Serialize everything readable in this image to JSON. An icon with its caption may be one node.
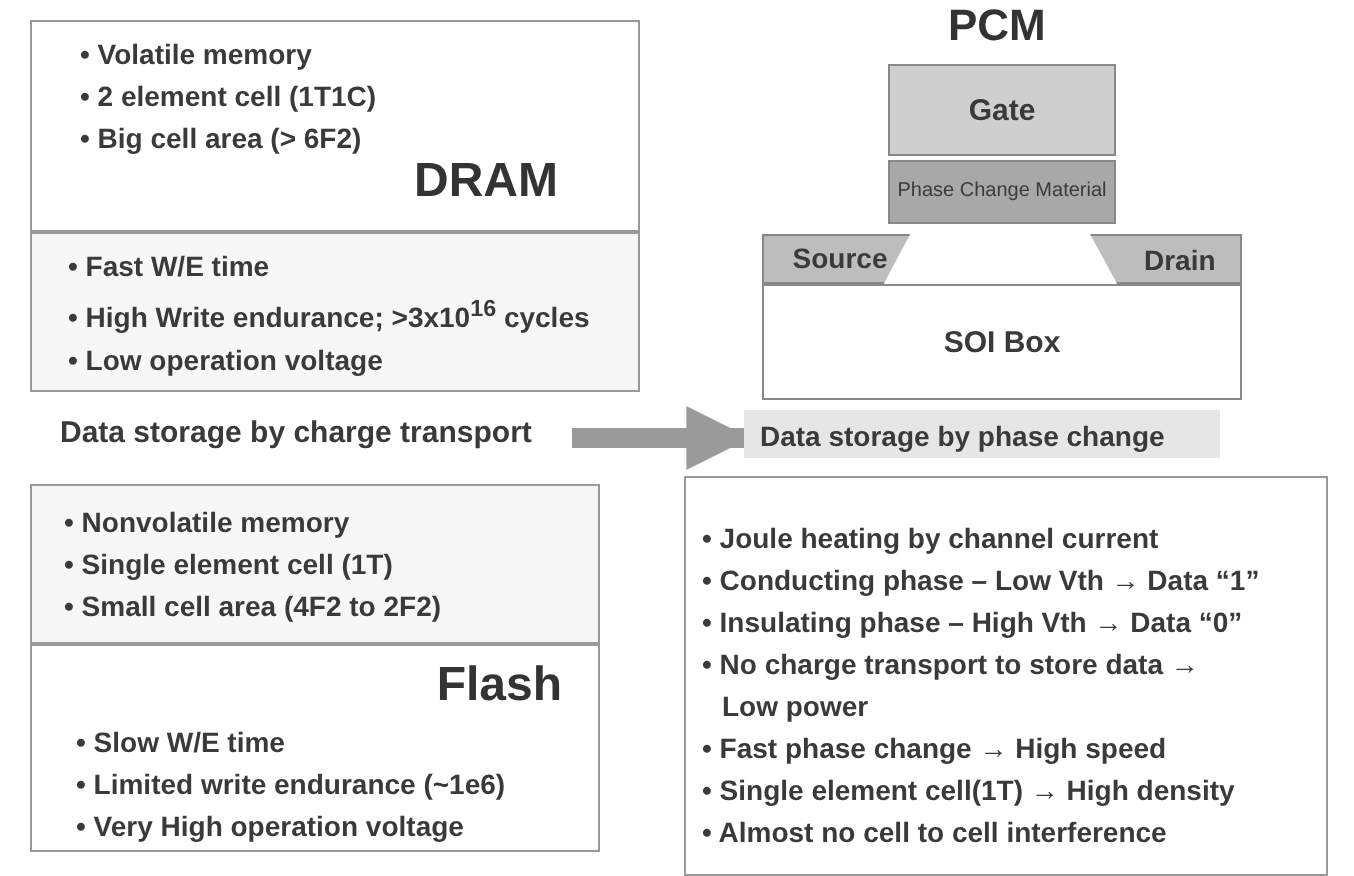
{
  "diagram": {
    "nodes": [
      {
        "text": [
          "• Volatile memory",
          "• 2 element cell (1T1C)",
          "• Big cell area (> 6F2)",
          "DRAM"
        ]
      },
      {
        "text": [
          "• Fast W/E time",
          "• High Write endurance; >3x10$^{16}$ cycles",
          "• Low operation voltage"
        ]
      },
      {
        "text": [
          "Data storage by charge transport"
        ]
      },
      {
        "text": [
          "• Nonvolatile memory",
          "• Single element cell (1T)",
          "• Small cell area (4F2 to 2F2)"
        ]
      },
      {
        "text": [
          "Flash",
          "• Slow W/E time",
          "• Limited write endurance (~1e6)",
          "• Very High operation voltage"
        ]
      },
      {
        "text": [
          "Gate"
        ]
      },
      {
        "text": [
          "Phase Change Material"
        ]
      },
      {
        "text": [
          "Source"
        ]
      },
      {
        "text": [
          "Drain"
        ]
      },
      {
        "text": [
          "SOI Box"
        ]
      },
      {
        "text": [
          "Data storage by phase change"
        ]
      },
      {
        "text": [
          "• Joule heating by channel current",
          "• Conducting phase – Low Vth → Data “1”",
          "• Insulating phase – High Vth → Data “0”",
          "• No charge transport to store data → Low power",
          "• Fast phase change → High speed",
          "• Single element cell(1T) → High density",
          "• Almost no cell to cell interference"
        ]
      }
    ],
    "edges": [
      {
        "from": 2,
        "to": 10,
        "arrow": "to"
      }
    ],
    "labels": [
      "PCM"
    ]
  }
}
